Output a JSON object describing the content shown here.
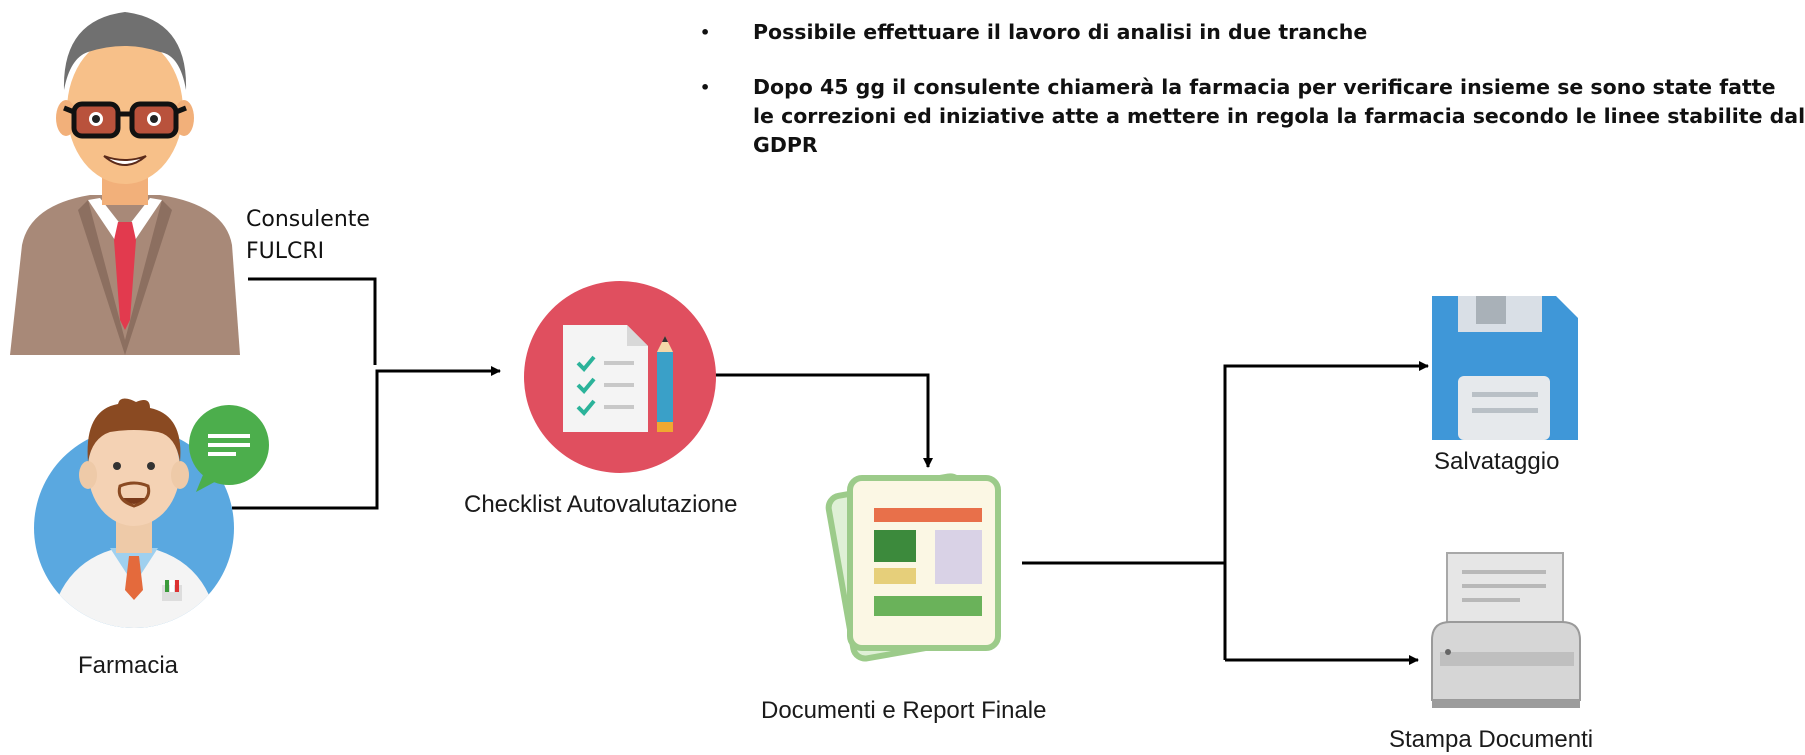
{
  "bullets": [
    "Possibile effettuare il lavoro di analisi in due tranche",
    "Dopo 45 gg il consulente chiamerà la farmacia per verificare insieme se sono state fatte",
    "le correzioni ed iniziative atte a mettere in regola la farmacia secondo le linee stabilite dal",
    "GDPR"
  ],
  "nodes": {
    "consulente": {
      "line1": "Consulente",
      "line2": "FULCRI"
    },
    "farmacia": "Farmacia",
    "checklist": "Checklist Autovalutazione",
    "documenti": "Documenti e Report Finale",
    "salvataggio": "Salvataggio",
    "stampa": "Stampa Documenti"
  },
  "colors": {
    "checklist_circle": "#e04f5f",
    "farmacia_circle": "#5aa8e0",
    "floppy": "#3f97d8",
    "speech_bubble": "#4cae4c"
  },
  "icons": [
    "consultant-avatar-icon",
    "pharmacist-avatar-icon",
    "checklist-icon",
    "report-document-icon",
    "floppy-disk-icon",
    "printer-icon"
  ]
}
